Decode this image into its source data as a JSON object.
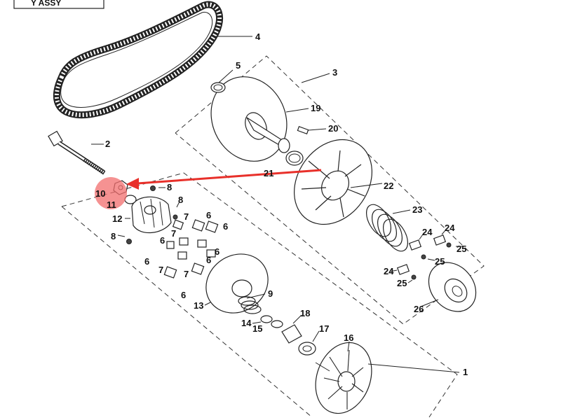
{
  "title_label": "Y ASSY",
  "callouts": [
    {
      "id": "4",
      "text": "4"
    },
    {
      "id": "5",
      "text": "5"
    },
    {
      "id": "3",
      "text": "3"
    },
    {
      "id": "19",
      "text": "19"
    },
    {
      "id": "20",
      "text": "20"
    },
    {
      "id": "2",
      "text": "2"
    },
    {
      "id": "21",
      "text": "21"
    },
    {
      "id": "22",
      "text": "22"
    },
    {
      "id": "23",
      "text": "23"
    },
    {
      "id": "24a",
      "text": "24"
    },
    {
      "id": "24b",
      "text": "24"
    },
    {
      "id": "24c",
      "text": "24"
    },
    {
      "id": "25a",
      "text": "25"
    },
    {
      "id": "25b",
      "text": "25"
    },
    {
      "id": "25c",
      "text": "25"
    },
    {
      "id": "26",
      "text": "26"
    },
    {
      "id": "10",
      "text": "10"
    },
    {
      "id": "11",
      "text": "11"
    },
    {
      "id": "8a",
      "text": "8"
    },
    {
      "id": "8b",
      "text": "8"
    },
    {
      "id": "8c",
      "text": "8"
    },
    {
      "id": "12",
      "text": "12"
    },
    {
      "id": "7a",
      "text": "7"
    },
    {
      "id": "7b",
      "text": "7"
    },
    {
      "id": "7c",
      "text": "7"
    },
    {
      "id": "7d",
      "text": "7"
    },
    {
      "id": "6a",
      "text": "6"
    },
    {
      "id": "6b",
      "text": "6"
    },
    {
      "id": "6c",
      "text": "6"
    },
    {
      "id": "6d",
      "text": "6"
    },
    {
      "id": "6e",
      "text": "6"
    },
    {
      "id": "6f",
      "text": "6"
    },
    {
      "id": "6g",
      "text": "6"
    },
    {
      "id": "9",
      "text": "9"
    },
    {
      "id": "13",
      "text": "13"
    },
    {
      "id": "14",
      "text": "14"
    },
    {
      "id": "15",
      "text": "15"
    },
    {
      "id": "18",
      "text": "18"
    },
    {
      "id": "17",
      "text": "17"
    },
    {
      "id": "16",
      "text": "16"
    },
    {
      "id": "1",
      "text": "1"
    }
  ],
  "colors": {
    "arrow": "#e8302a",
    "highlight": "#f26d6d",
    "ink": "#222222"
  }
}
